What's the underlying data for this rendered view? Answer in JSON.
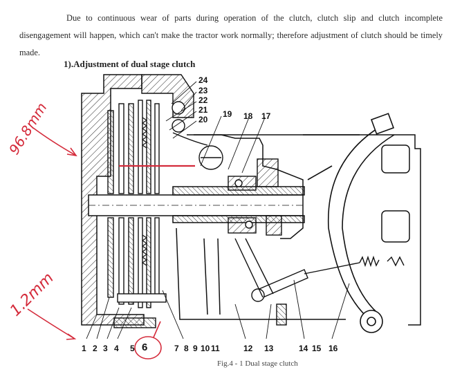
{
  "document": {
    "paragraph": "Due to continuous wear of parts during operation of the clutch, clutch slip and clutch incomplete disengagement will happen, which can't make the tractor work normally; therefore adjustment of clutch should be timely made.",
    "heading": "1).Adjustment of dual stage clutch",
    "caption": "Fig.4 - 1 Dual stage clutch"
  },
  "figure": {
    "callouts_top": [
      "24",
      "23",
      "22",
      "21",
      "20",
      "19",
      "18",
      "17"
    ],
    "callouts_bottom": [
      "1",
      "2",
      "3",
      "4",
      "5",
      "6",
      "7",
      "8",
      "9",
      "10",
      "11",
      "12",
      "13",
      "14",
      "15",
      "16"
    ]
  },
  "annotations": {
    "note_top": "96.8mm",
    "note_bottom": "1.2mm",
    "circled": "6",
    "ink_color": "#d42a3a"
  }
}
